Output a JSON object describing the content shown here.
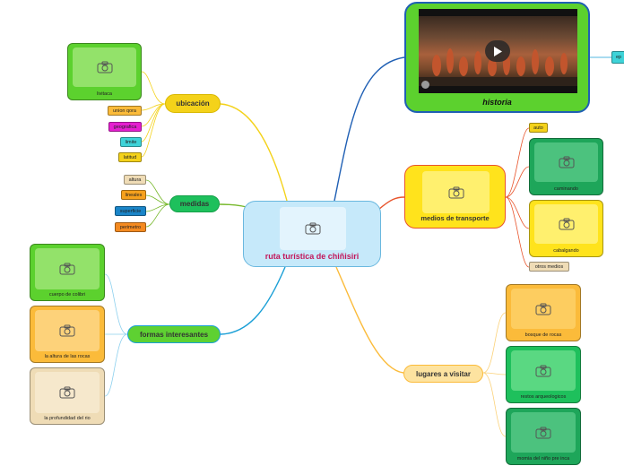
{
  "center": {
    "title": "ruta turística de chiñisiri"
  },
  "branches": {
    "ubicacion": "ubicación",
    "medidas": "medidas",
    "formas": "formas interesantes",
    "historia": "historia",
    "medios": "medios de transporte",
    "lugares": "lugares a visitar"
  },
  "ubicacion_items": {
    "livitaca": "livitaca",
    "union": "union qora",
    "geografica": "geografica",
    "limite": "limite",
    "latitud": "latitud"
  },
  "medidas_items": {
    "altura": "altura",
    "lineales": "lineales",
    "superficie": "superficie",
    "perimetro": "perimetro"
  },
  "formas_items": {
    "colibri": "cuerpo de colibri",
    "rocas": "la altura de las rocas",
    "rio": "la profundidad del rio"
  },
  "historia_items": {
    "ep": "ep"
  },
  "medios_items": {
    "auto": "auto",
    "caminando": "caminando",
    "cabalgando": "cabalgando",
    "otros": "otros medios"
  },
  "lugares_items": {
    "bosque": "bosque de rocas",
    "restos": "restos arqueologicos",
    "momia": "momia del niño pre inca"
  },
  "colors": {
    "yellow": "#f4d21a",
    "green_dark": "#1ea65a",
    "blue": "#1a9fd6",
    "navy": "#1f5fb4",
    "orange_red": "#e8542c",
    "orange": "#fbbb3a"
  },
  "icons": {
    "camera": "camera-icon",
    "play": "play-icon"
  }
}
